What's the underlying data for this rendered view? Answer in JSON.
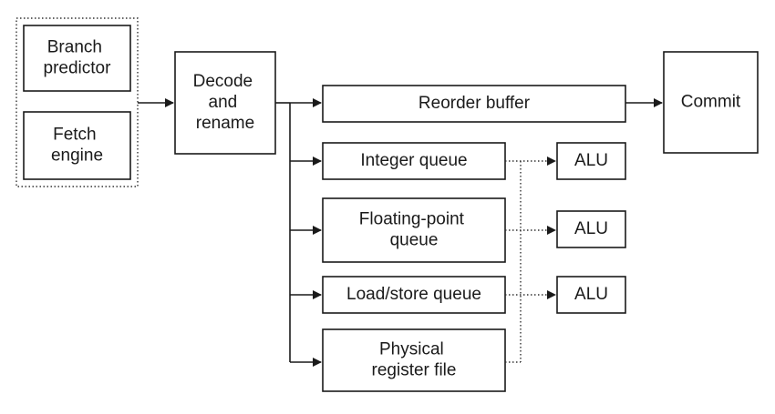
{
  "blocks": {
    "branch_predictor": [
      "Branch",
      "predictor"
    ],
    "fetch_engine": [
      "Fetch",
      "engine"
    ],
    "decode_rename": [
      "Decode",
      "and",
      "rename"
    ],
    "reorder_buffer": "Reorder buffer",
    "commit": "Commit",
    "integer_queue": "Integer queue",
    "fp_queue": [
      "Floating-point",
      "queue"
    ],
    "load_store_queue": "Load/store queue",
    "physical_register_file": [
      "Physical",
      "register file"
    ],
    "alu_1": "ALU",
    "alu_2": "ALU",
    "alu_3": "ALU"
  },
  "colors": {
    "stroke": "#1a1a1a",
    "background": "#ffffff"
  }
}
